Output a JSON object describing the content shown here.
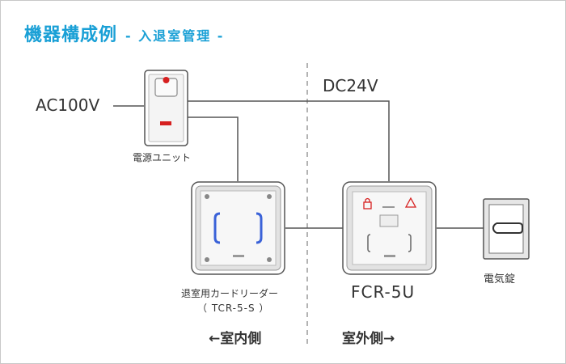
{
  "title": "機器構成例",
  "subtitle": "- 入退室管理 -",
  "labels": {
    "ac_input": "AC100V",
    "dc_output": "DC24V",
    "power_unit": "電源ユニット",
    "exit_reader": "退室用カードリーダー",
    "exit_reader_model": "（ TCR-5-S ）",
    "main_reader": "FCR-5U",
    "electric_lock": "電気錠",
    "inside_side": "←室内側",
    "outside_side": "室外側→"
  },
  "colors": {
    "title": "#1aa0d6",
    "wire": "#555555",
    "divider": "#9a9a9a",
    "led_blue": "#3a62d8",
    "alert_red": "#d62020"
  }
}
